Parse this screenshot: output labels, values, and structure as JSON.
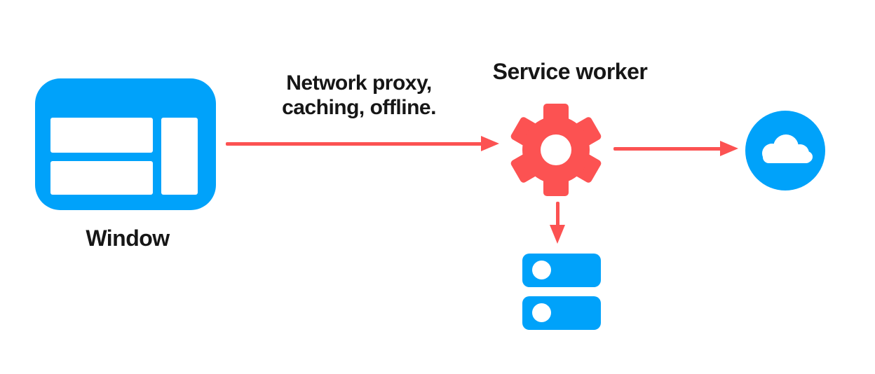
{
  "diagram": {
    "colors": {
      "blue": "#00a2fa",
      "red": "#fc5252",
      "text": "#161616",
      "background": "#ffffff"
    },
    "nodes": {
      "window": {
        "label": "Window",
        "icon": "browser-window-icon",
        "icon_color": "#00a2fa"
      },
      "service_worker": {
        "label": "Service worker",
        "icon": "gear-icon",
        "icon_color": "#fc5252"
      },
      "network": {
        "icon": "cloud-icon",
        "icon_color": "#00a2fa"
      },
      "cache_storage": {
        "icon": "storage-stack-icon",
        "icon_color": "#00a2fa"
      }
    },
    "edges": {
      "window_to_service_worker": {
        "direction": "right",
        "color": "#fc5252",
        "label_lines": [
          "Network proxy,",
          "caching, offline."
        ]
      },
      "service_worker_to_network": {
        "direction": "right",
        "color": "#fc5252"
      },
      "service_worker_to_cache": {
        "direction": "down",
        "color": "#fc5252"
      }
    }
  }
}
